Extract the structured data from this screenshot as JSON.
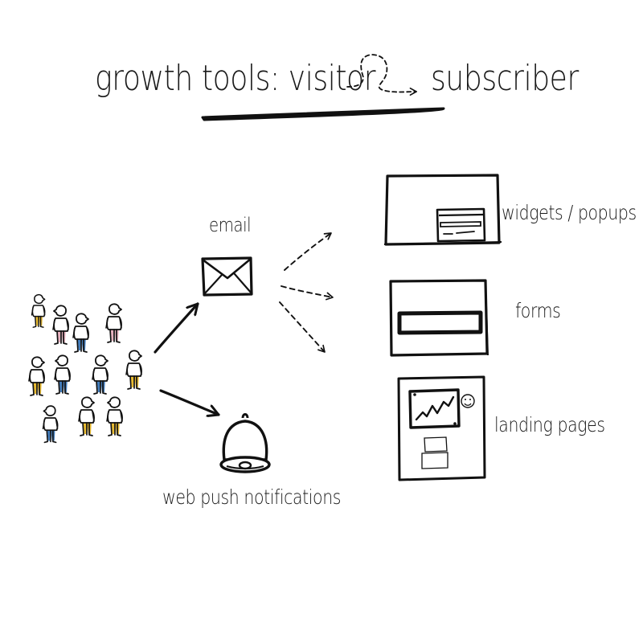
{
  "title": {
    "left": "growth tools: visitor",
    "right": "subscriber"
  },
  "channels": {
    "email": "email",
    "push": "web push notifications"
  },
  "tools": {
    "widgets": "widgets / popups",
    "forms": "forms",
    "landing": "landing pages"
  },
  "colors": {
    "ink": "#111111",
    "accent_yellow": "#e8b51a",
    "accent_blue": "#2f6fb5",
    "accent_pink": "#e6a9b8"
  },
  "icons": [
    "visitors-crowd-icon",
    "envelope-icon",
    "bell-icon",
    "widget-popup-icon",
    "form-icon",
    "landing-page-icon",
    "smiley-icon",
    "chart-icon"
  ]
}
